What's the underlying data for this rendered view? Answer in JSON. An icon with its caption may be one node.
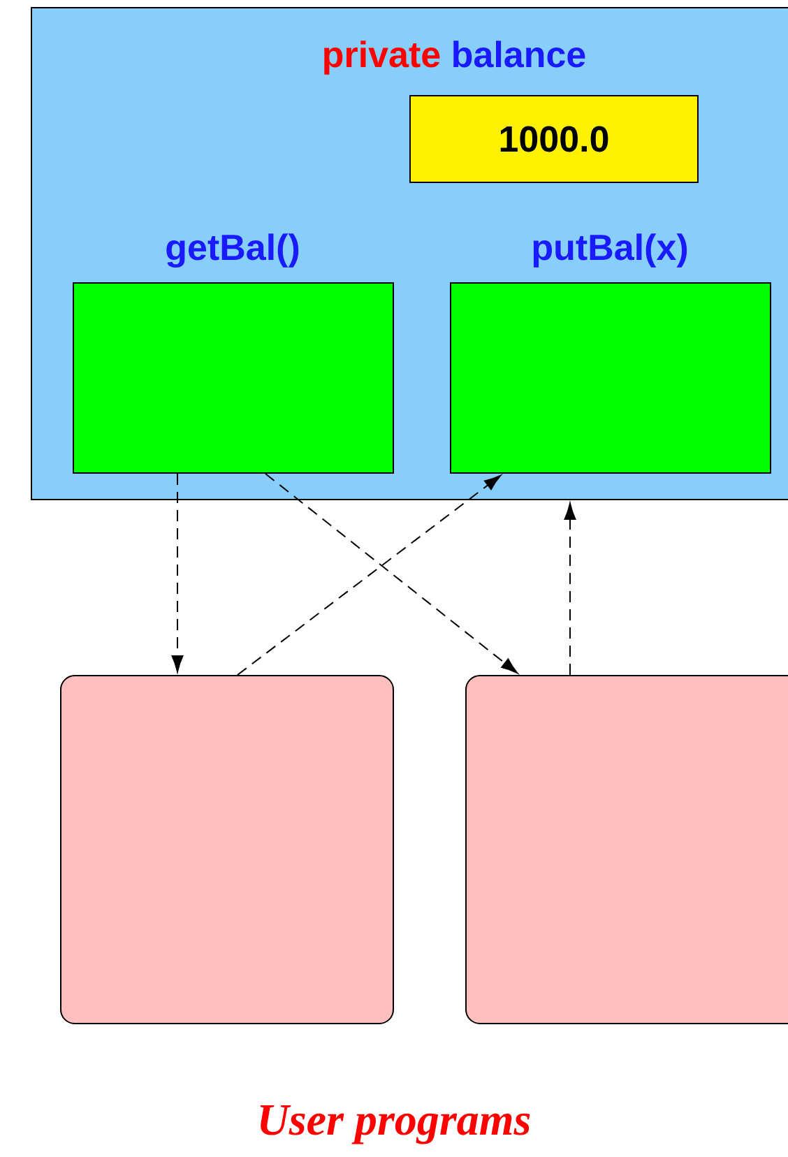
{
  "diagram": {
    "caption": "User programs",
    "nodes": [
      {
        "text": [
          "private",
          "balance"
        ]
      },
      {
        "text": [
          "1000.0"
        ],
        "in": 0
      },
      {
        "text": [
          "getBal()"
        ],
        "in": 0
      },
      {
        "text": [
          "putBal(x)"
        ],
        "in": 0
      },
      {
        "text": [],
        "shape": "box"
      },
      {
        "text": [],
        "shape": "box"
      }
    ],
    "edges": [
      {
        "from": 2,
        "to": 4,
        "arrow": "to",
        "style": "dashed"
      },
      {
        "from": 2,
        "to": 5,
        "arrow": "to",
        "style": "dashed"
      },
      {
        "from": 4,
        "to": 3,
        "arrow": "to",
        "style": "dashed"
      },
      {
        "from": 5,
        "to": 0,
        "arrow": "to",
        "style": "dashed"
      }
    ]
  }
}
